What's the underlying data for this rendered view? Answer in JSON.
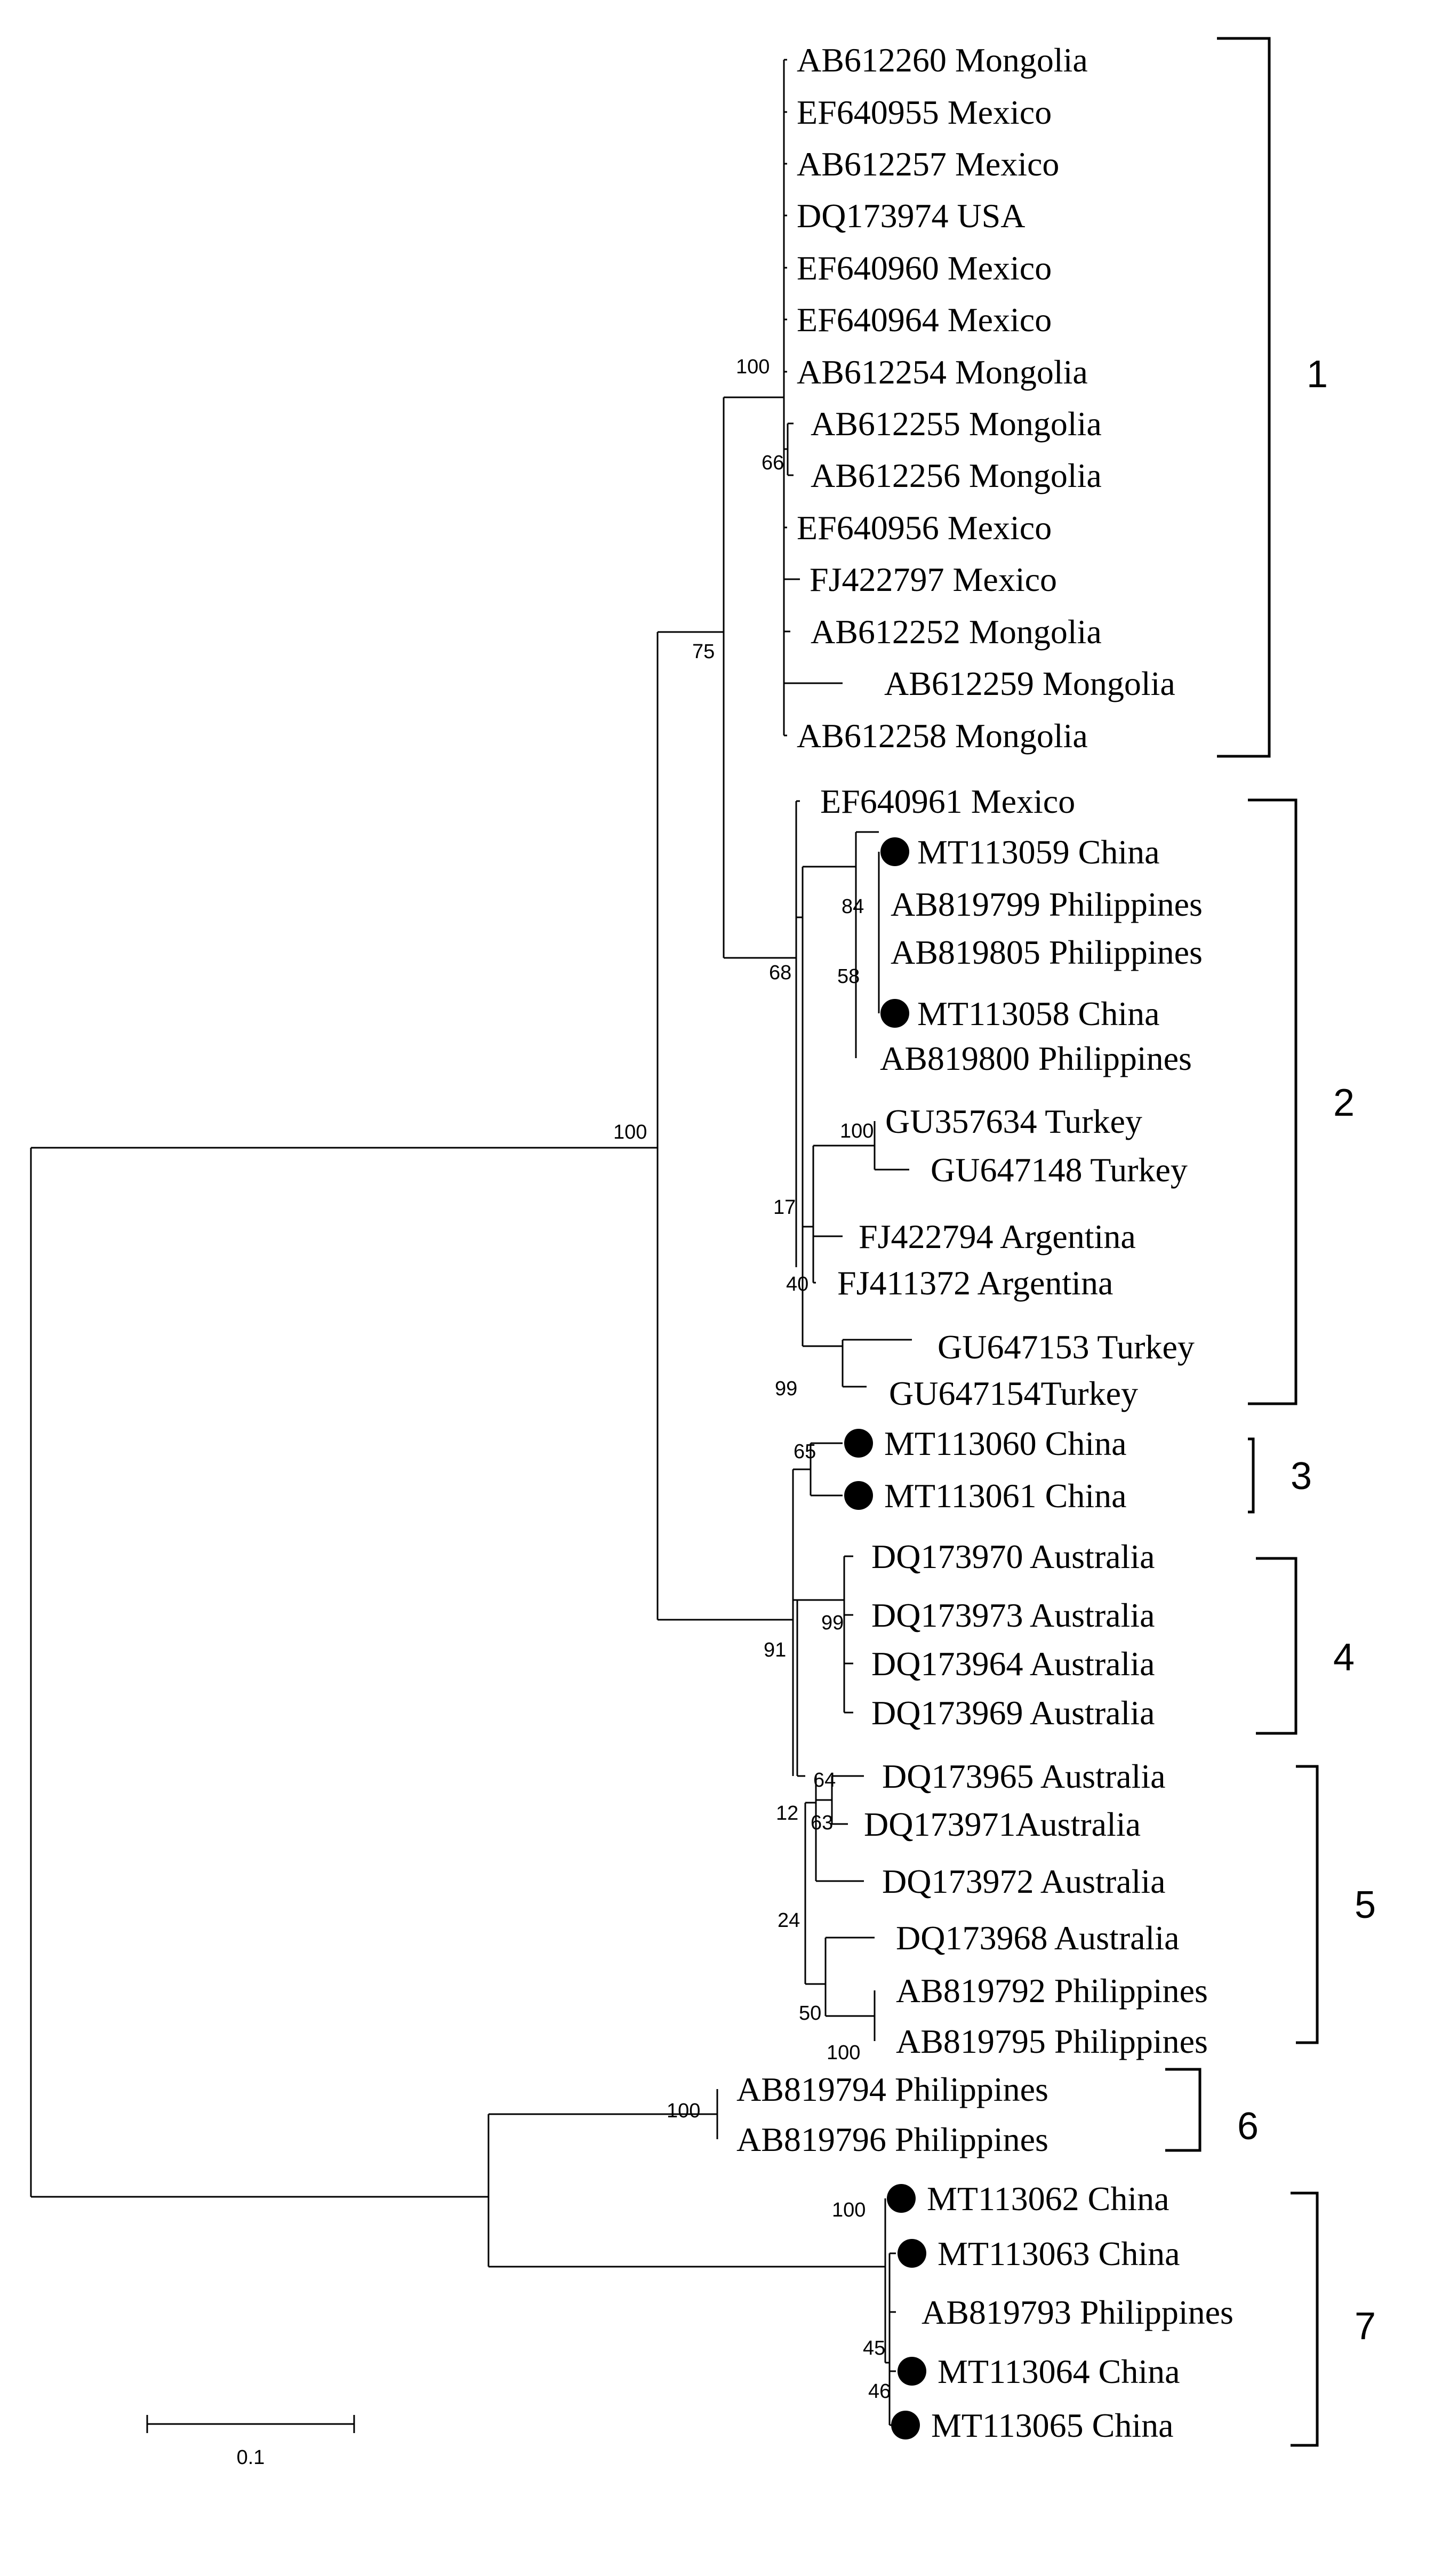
{
  "tree": {
    "leaves": [
      {
        "label": "AB612260  Mongolia",
        "marker": false
      },
      {
        "label": "EF640955  Mexico",
        "marker": false
      },
      {
        "label": "AB612257  Mexico",
        "marker": false
      },
      {
        "label": "DQ173974  USA",
        "marker": false
      },
      {
        "label": "EF640960  Mexico",
        "marker": false
      },
      {
        "label": "EF640964  Mexico",
        "marker": false
      },
      {
        "label": "AB612254  Mongolia",
        "marker": false
      },
      {
        "label": "AB612255  Mongolia",
        "marker": false
      },
      {
        "label": "AB612256  Mongolia",
        "marker": false
      },
      {
        "label": "EF640956  Mexico",
        "marker": false
      },
      {
        "label": "FJ422797  Mexico",
        "marker": false
      },
      {
        "label": "AB612252  Mongolia",
        "marker": false
      },
      {
        "label": "AB612259  Mongolia",
        "marker": false
      },
      {
        "label": "AB612258  Mongolia",
        "marker": false
      },
      {
        "label": "EF640961  Mexico",
        "marker": false
      },
      {
        "label": "MT113059   China",
        "marker": true
      },
      {
        "label": "AB819799  Philippines",
        "marker": false
      },
      {
        "label": "AB819805  Philippines",
        "marker": false
      },
      {
        "label": "MT113058  China",
        "marker": true
      },
      {
        "label": "AB819800  Philippines",
        "marker": false
      },
      {
        "label": "GU357634  Turkey",
        "marker": false
      },
      {
        "label": "GU647148  Turkey",
        "marker": false
      },
      {
        "label": "FJ422794  Argentina",
        "marker": false
      },
      {
        "label": "FJ411372  Argentina",
        "marker": false
      },
      {
        "label": "GU647153  Turkey",
        "marker": false
      },
      {
        "label": "GU647154Turkey",
        "marker": false
      },
      {
        "label": "MT113060  China",
        "marker": true
      },
      {
        "label": "MT113061  China",
        "marker": true
      },
      {
        "label": "DQ173970 Australia",
        "marker": false
      },
      {
        "label": "DQ173973  Australia",
        "marker": false
      },
      {
        "label": "DQ173964  Australia",
        "marker": false
      },
      {
        "label": "DQ173969  Australia",
        "marker": false
      },
      {
        "label": "DQ173965  Australia",
        "marker": false
      },
      {
        "label": "DQ173971Australia",
        "marker": false
      },
      {
        "label": "DQ173972  Australia",
        "marker": false
      },
      {
        "label": "DQ173968  Australia",
        "marker": false
      },
      {
        "label": "AB819792  Philippines",
        "marker": false
      },
      {
        "label": "AB819795  Philippines",
        "marker": false
      },
      {
        "label": "AB819794  Philippines",
        "marker": false
      },
      {
        "label": "AB819796  Philippines",
        "marker": false
      },
      {
        "label": "MT113062  China",
        "marker": true
      },
      {
        "label": "MT113063  China",
        "marker": true
      },
      {
        "label": "AB819793  Philippines",
        "marker": false
      },
      {
        "label": "MT113064  China",
        "marker": true
      },
      {
        "label": "MT113065  China",
        "marker": true
      }
    ],
    "bootstrap_values": [
      "100",
      "66",
      "75",
      "84",
      "58",
      "68",
      "100",
      "17",
      "40",
      "99",
      "100",
      "65",
      "99",
      "91",
      "64",
      "63",
      "12",
      "24",
      "50",
      "100",
      "100",
      "100",
      "45",
      "46"
    ],
    "clades": [
      {
        "number": "1",
        "members": "AB612260–AB612258"
      },
      {
        "number": "2",
        "members": "EF640961–GU647154"
      },
      {
        "number": "3",
        "members": "MT113060–MT113061"
      },
      {
        "number": "4",
        "members": "DQ173970–DQ173969"
      },
      {
        "number": "5",
        "members": "DQ173965–AB819795"
      },
      {
        "number": "6",
        "members": "AB819794–AB819796"
      },
      {
        "number": "7",
        "members": "MT113062–MT113065"
      }
    ],
    "scale_bar": {
      "label": "0.1",
      "value": 0.1
    },
    "marker_legend": {
      "symbol": "filled-circle",
      "meaning_shown_on_leaf": "marker"
    }
  }
}
